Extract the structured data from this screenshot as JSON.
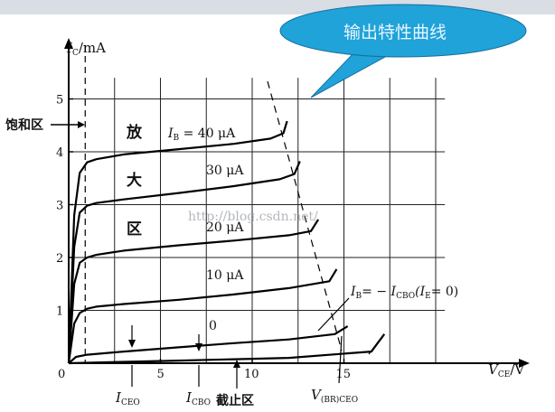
{
  "callout": {
    "text": "输出特性曲线",
    "color": "#1fa3d8",
    "text_color": "#e8f4ff"
  },
  "watermark": "http://blog.csdn.net/",
  "chart_data": {
    "type": "line",
    "title": "",
    "xlabel": {
      "main": "V",
      "sub": "CE",
      "unit": "/V"
    },
    "ylabel": {
      "main": "I",
      "sub": "C",
      "unit": "/mA"
    },
    "xlim": [
      0,
      20.5
    ],
    "ylim": [
      0,
      5.4
    ],
    "xticks": [
      5,
      10,
      15
    ],
    "yticks": [
      1,
      2,
      3,
      4,
      5
    ],
    "origin_label": "0",
    "grid": true,
    "series": [
      {
        "name": "40 μA",
        "prefix": "I",
        "prefix_sub": "B",
        "x": [
          0,
          0.3,
          0.6,
          1.0,
          1.5,
          3,
          6,
          9,
          11,
          11.7,
          11.9
        ],
        "y": [
          0,
          2.8,
          3.6,
          3.8,
          3.86,
          3.95,
          4.05,
          4.15,
          4.25,
          4.35,
          4.58
        ]
      },
      {
        "name": "30 μA",
        "x": [
          0,
          0.3,
          0.6,
          1.0,
          1.5,
          3,
          6,
          9,
          11.5,
          12.3,
          12.6
        ],
        "y": [
          0,
          2.2,
          2.85,
          2.98,
          3.03,
          3.1,
          3.22,
          3.35,
          3.48,
          3.58,
          3.82
        ]
      },
      {
        "name": "20 μA",
        "x": [
          0,
          0.3,
          0.6,
          1.0,
          1.5,
          3,
          6,
          9,
          12,
          13.2,
          13.6
        ],
        "y": [
          0,
          1.5,
          1.9,
          2.0,
          2.05,
          2.13,
          2.23,
          2.32,
          2.42,
          2.5,
          2.72
        ]
      },
      {
        "name": "10 μA",
        "x": [
          0,
          0.3,
          0.6,
          1.0,
          1.5,
          3,
          6,
          9,
          12,
          14.2,
          14.6
        ],
        "y": [
          0,
          0.75,
          0.95,
          1.03,
          1.07,
          1.12,
          1.2,
          1.3,
          1.42,
          1.55,
          1.78
        ]
      },
      {
        "name": "0",
        "x": [
          0,
          0.4,
          1.0,
          3,
          6,
          9,
          12,
          14.5,
          15.2
        ],
        "y": [
          0,
          0.12,
          0.16,
          0.22,
          0.3,
          0.38,
          0.45,
          0.55,
          0.7
        ]
      },
      {
        "name": "-ICBO",
        "x": [
          0,
          6,
          12,
          16.5,
          17.2
        ],
        "y": [
          0,
          0.05,
          0.1,
          0.22,
          0.55
        ]
      }
    ],
    "labels": {
      "ib_equation": {
        "pre": "I",
        "pre_sub": "B",
        "mid": "= − I",
        "mid_sub": "CBO",
        "paren": "(I",
        "paren_sub": "E",
        "tail": "= 0)"
      },
      "saturation_region": "饱和区",
      "active_region": [
        "放",
        "大",
        "区"
      ],
      "cutoff_region": "截止区",
      "iceo": {
        "main": "I",
        "sub": "CEO"
      },
      "icbo": {
        "main": "I",
        "sub": "CBO"
      },
      "vbr": {
        "main": "V",
        "sub": "(BR)CEO"
      }
    }
  }
}
